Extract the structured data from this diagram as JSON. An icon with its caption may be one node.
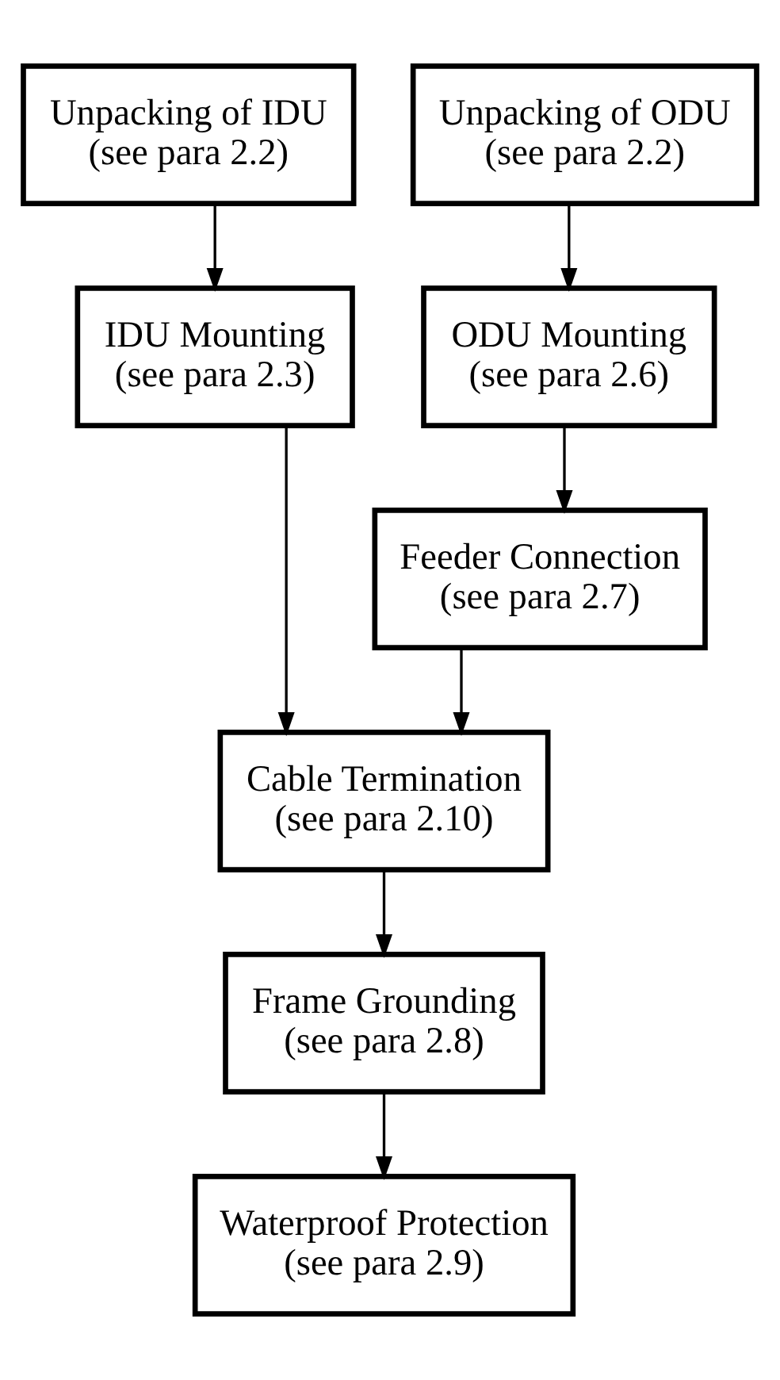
{
  "diagram": {
    "nodes": [
      {
        "text": [
          "Unpacking of IDU",
          "(see para 2.2)"
        ]
      },
      {
        "text": [
          "Unpacking of ODU",
          "(see para 2.2)"
        ]
      },
      {
        "text": [
          "IDU Mounting",
          "(see para 2.3)"
        ]
      },
      {
        "text": [
          "ODU Mounting",
          "(see para 2.6)"
        ]
      },
      {
        "text": [
          "Feeder Connection",
          "(see para 2.7)"
        ]
      },
      {
        "text": [
          "Cable Termination",
          "(see para 2.10)"
        ]
      },
      {
        "text": [
          "Frame Grounding",
          "(see para 2.8)"
        ]
      },
      {
        "text": [
          "Waterproof Protection",
          "(see para 2.9)"
        ]
      }
    ],
    "edges": [
      {
        "from": 0,
        "to": 2,
        "arrow": "to"
      },
      {
        "from": 1,
        "to": 3,
        "arrow": "to"
      },
      {
        "from": 3,
        "to": 4,
        "arrow": "to"
      },
      {
        "from": 2,
        "to": 5,
        "arrow": "to"
      },
      {
        "from": 4,
        "to": 5,
        "arrow": "to"
      },
      {
        "from": 5,
        "to": 6,
        "arrow": "to"
      },
      {
        "from": 6,
        "to": 7,
        "arrow": "to"
      }
    ]
  }
}
